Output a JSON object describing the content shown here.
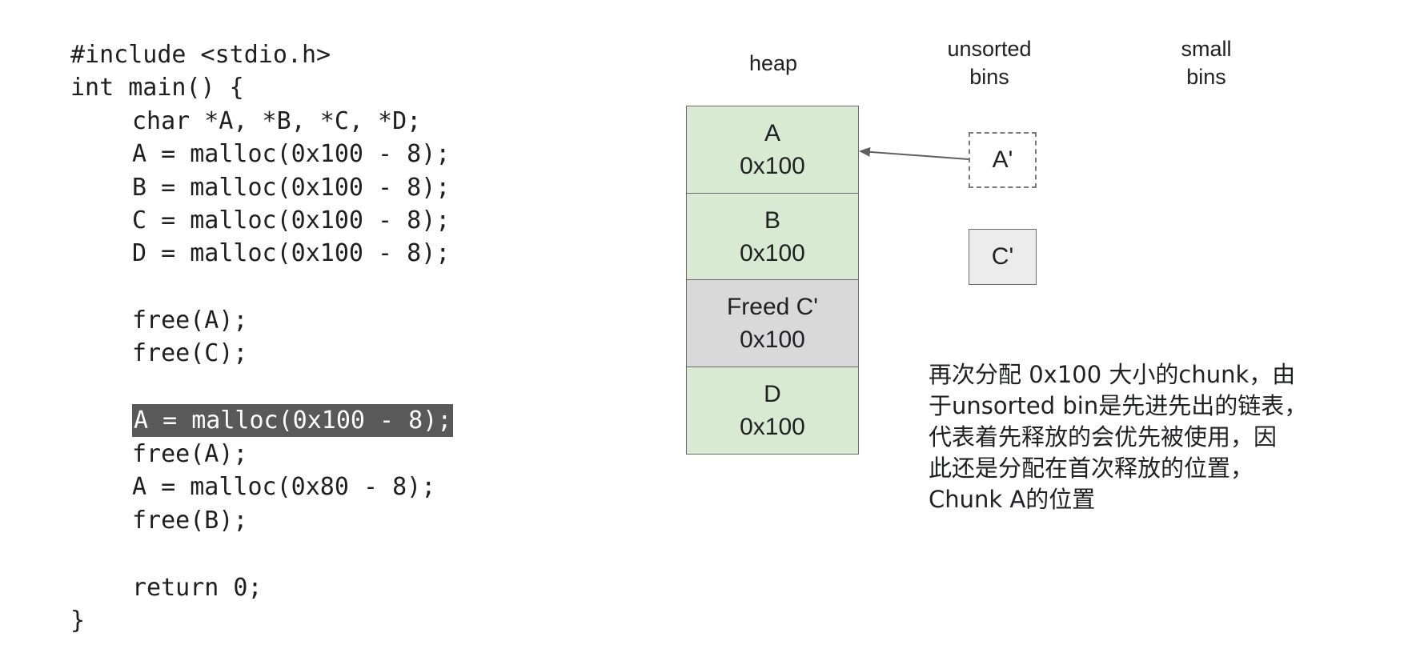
{
  "code": {
    "lines": [
      "#include <stdio.h>",
      "int main() {",
      "char *A, *B, *C, *D;",
      "A = malloc(0x100 - 8);",
      "B = malloc(0x100 - 8);",
      "C = malloc(0x100 - 8);",
      "D = malloc(0x100 - 8);",
      "free(A);",
      "free(C);",
      "A = malloc(0x100 - 8);",
      "free(A);",
      "A = malloc(0x80 - 8);",
      "free(B);",
      "return 0;",
      "}"
    ],
    "highlighted_line": "A = malloc(0x100 - 8);"
  },
  "diagram": {
    "heap_label": "heap",
    "unsorted_label": [
      "unsorted",
      "bins"
    ],
    "small_label": [
      "small",
      "bins"
    ],
    "heap_blocks": [
      {
        "name": "A",
        "size": "0x100",
        "state": "allocated"
      },
      {
        "name": "B",
        "size": "0x100",
        "state": "allocated"
      },
      {
        "name": "Freed C'",
        "size": "0x100",
        "state": "freed"
      },
      {
        "name": "D",
        "size": "0x100",
        "state": "allocated"
      }
    ],
    "unsorted_bins": [
      {
        "label": "A'",
        "style": "dashed",
        "points_to": "A"
      },
      {
        "label": "C'",
        "style": "solid"
      }
    ],
    "colors": {
      "allocated": "#d9ead3",
      "freed": "#d9d9d9",
      "highlight": "#595959"
    }
  },
  "note": {
    "lines": [
      "再次分配 0x100 大小的chunk，由",
      "于unsorted bin是先进先出的链表，",
      "代表着先释放的会优先被使用，因",
      "此还是分配在首次释放的位置，",
      "Chunk A的位置"
    ]
  }
}
